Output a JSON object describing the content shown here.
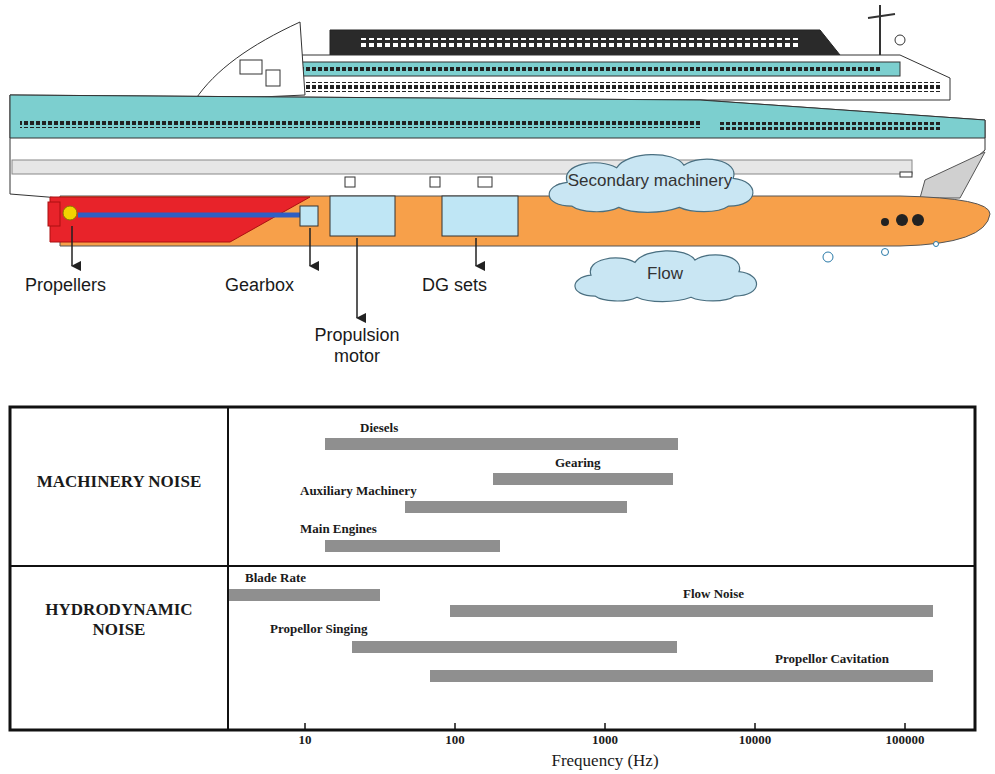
{
  "diagram": {
    "nodes": [
      {
        "text": [
          "Secondary machinery"
        ]
      },
      {
        "text": [
          "Flow"
        ]
      }
    ],
    "labels": [
      "Propellers",
      "Gearbox",
      "Propulsion motor",
      "DG sets",
      "MACHINERY NOISE",
      "HYDRODYNAMIC NOISE",
      "Diesels",
      "Gearing",
      "Auxiliary Machinery",
      "Main Engines",
      "Blade Rate",
      "Flow Noise",
      "Propellor Singing",
      "Propellor Cavitation",
      "10",
      "100",
      "1000",
      "10000",
      "100000",
      "Frequency (Hz)"
    ]
  }
}
